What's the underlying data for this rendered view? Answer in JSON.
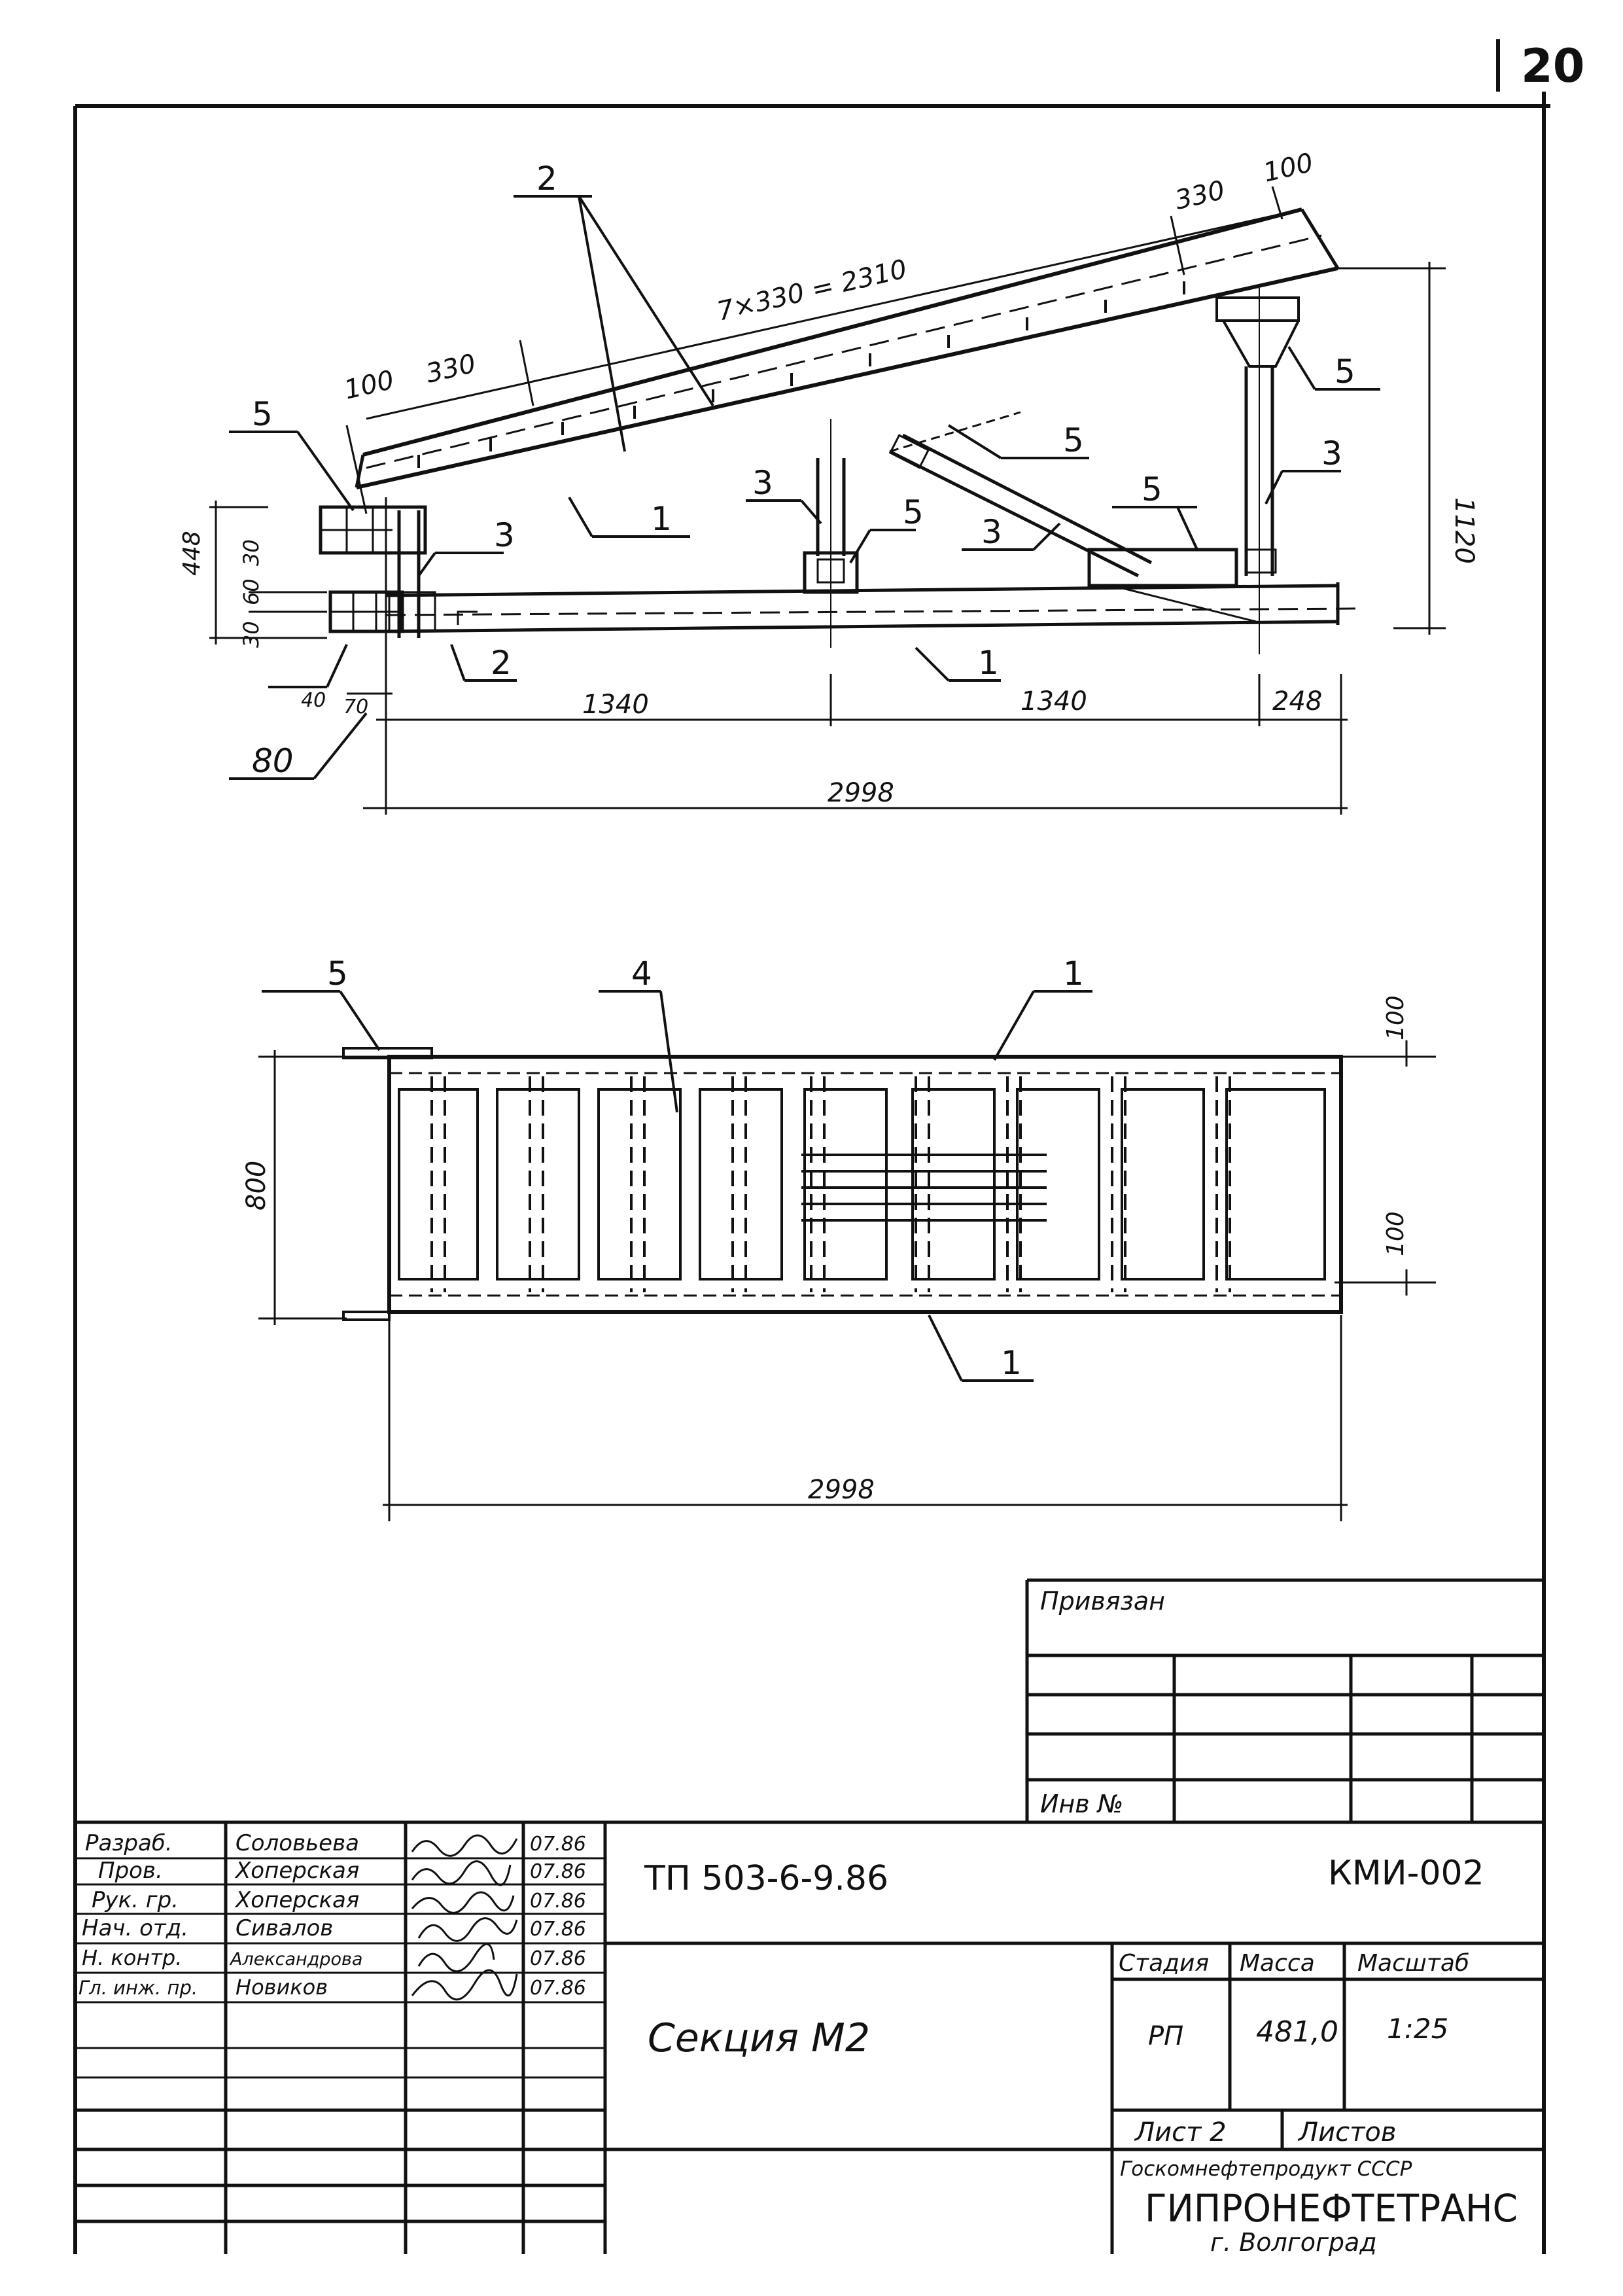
{
  "sheet_number": "20",
  "side_view": {
    "callouts": {
      "c1_top": "1",
      "c1_bottom": "1",
      "c2_top": "2",
      "c2_bottom": "2",
      "c3_a": "3",
      "c3_b": "3",
      "c3_c": "3",
      "c3_d": "3",
      "c5_a": "5",
      "c5_b": "5",
      "c5_c": "5",
      "c5_d": "5",
      "c5_e": "5"
    },
    "dims": {
      "pitch": "7×330 = 2310",
      "d100_right": "100",
      "d330_right": "330",
      "d100_left": "100",
      "d330_left": "330",
      "d1120": "1120",
      "d448": "448",
      "d30_top": "30",
      "d60": "60",
      "d30_bottom": "30",
      "d40": "40",
      "d70": "70",
      "d80": "80",
      "d1340_a": "1340",
      "d1340_b": "1340",
      "d248": "248",
      "d2998": "2998"
    }
  },
  "plan_view": {
    "callouts": {
      "c5": "5",
      "c4": "4",
      "c1_top": "1",
      "c1_bottom": "1"
    },
    "dims": {
      "d100_top": "100",
      "d100_lower": "100",
      "d800": "800",
      "d2998": "2998"
    }
  },
  "title_block": {
    "bound": "Привязан",
    "inv": "Инв №",
    "staff": [
      {
        "role": "Разраб.",
        "name": "Соловьева",
        "date": "07.86"
      },
      {
        "role": "Пров.",
        "name": "Хоперская",
        "date": "07.86"
      },
      {
        "role": "Рук. гр.",
        "name": "Хоперская",
        "date": "07.86"
      },
      {
        "role": "Нач. отд.",
        "name": "Сивалов",
        "date": "07.86"
      },
      {
        "role": "Н. контр.",
        "name": "Александрова",
        "date": "07.86"
      },
      {
        "role": "Гл. инж. пр.",
        "name": "Новиков",
        "date": "07.86"
      }
    ],
    "doc_code": "ТП 503-6-9.86",
    "drawing_code": "КМИ-002",
    "title": "Секция М2",
    "stage_header": "Стадия",
    "mass_header": "Масса",
    "scale_header": "Масштаб",
    "stage": "РП",
    "mass": "481,0",
    "scale": "1:25",
    "sheet": "Лист 2",
    "sheets": "Листов",
    "org_parent": "Госкомнефтепродукт СССР",
    "org": "ГИПРОНЕФТЕТРАНС",
    "city": "г. Волгоград"
  }
}
